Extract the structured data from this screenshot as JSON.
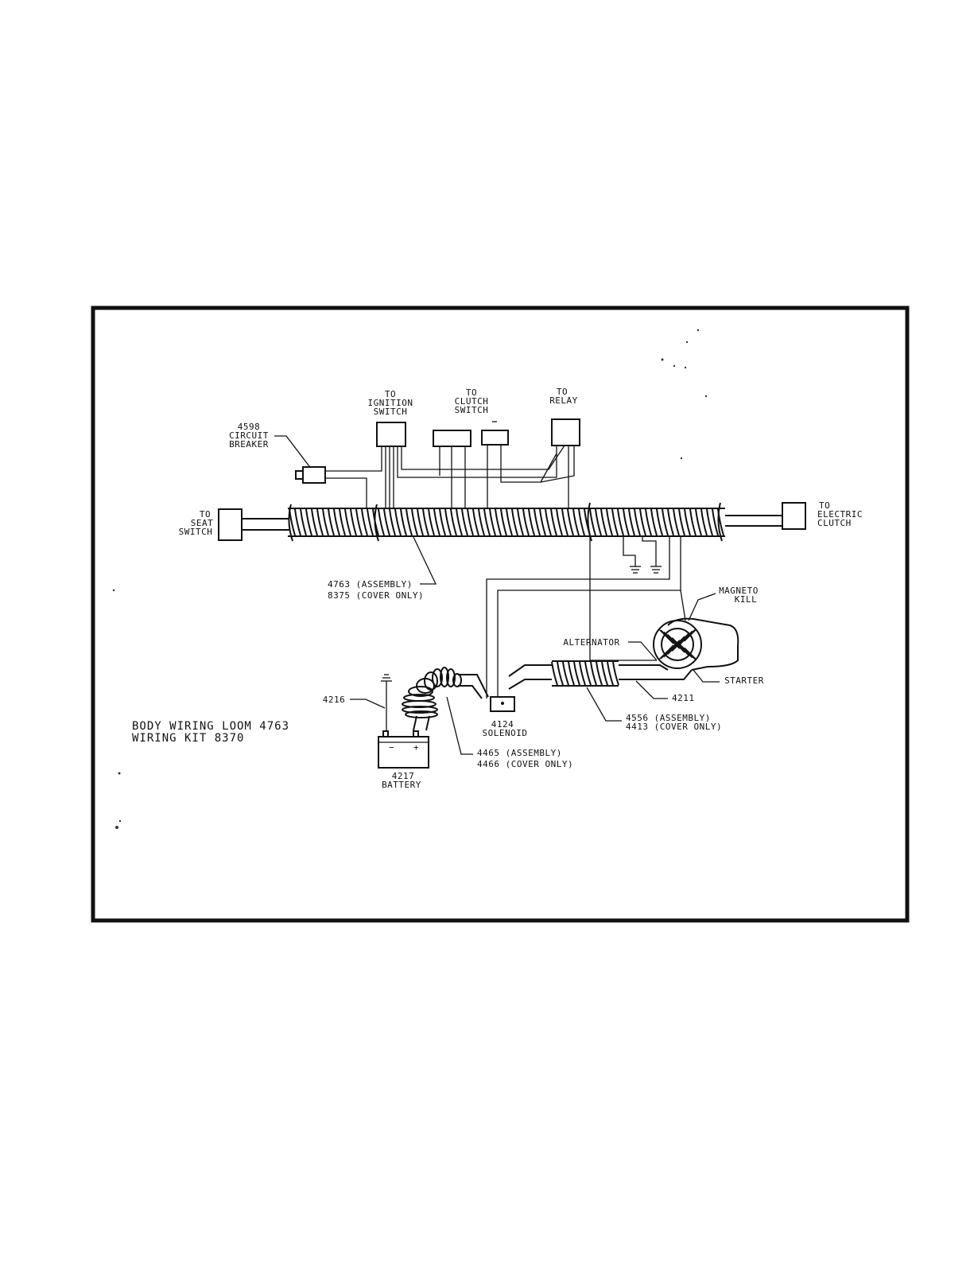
{
  "labels": {
    "ignition": [
      "TO",
      "IGNITION",
      "SWITCH"
    ],
    "clutch_switch": [
      "TO",
      "CLUTCH",
      "SWITCH"
    ],
    "relay": [
      "TO",
      "RELAY"
    ],
    "circuit_breaker": [
      "4598",
      "CIRCUIT",
      "BREAKER"
    ],
    "seat_switch": [
      "TO",
      "SEAT",
      "SWITCH"
    ],
    "electric_clutch": [
      "TO",
      "ELECTRIC",
      "CLUTCH"
    ],
    "main_loom": [
      "4763  (ASSEMBLY)",
      "8375  (COVER ONLY)"
    ],
    "magneto": [
      "MAGNETO",
      "KILL"
    ],
    "alternator": "ALTERNATOR",
    "starter": "STARTER",
    "starter_cable": "4211",
    "starter_loom": [
      "4556  (ASSEMBLY)",
      "4413  (COVER ONLY)"
    ],
    "solenoid": [
      "4124",
      "SOLENOID"
    ],
    "battery_loom": [
      "4465  (ASSEMBLY)",
      "4466  (COVER ONLY)"
    ],
    "ground_cable": "4216",
    "battery": [
      "4217",
      "BATTERY"
    ],
    "battery_minus": "−",
    "battery_plus": "+",
    "title": [
      "BODY  WIRING  LOOM  4763",
      "WIRING  KIT  8370"
    ]
  }
}
